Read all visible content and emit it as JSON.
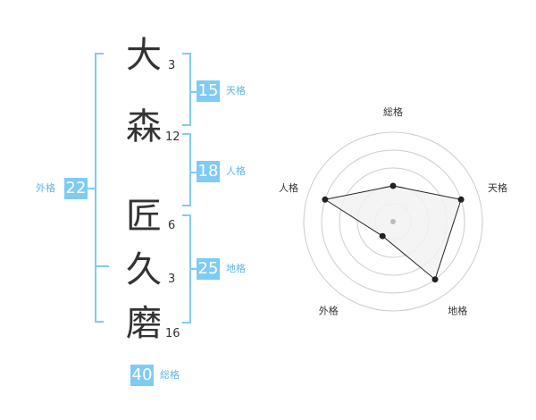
{
  "name_chars": [
    {
      "char": "大",
      "strokes": "3"
    },
    {
      "char": "森",
      "strokes": "12"
    },
    {
      "char": "匠",
      "strokes": "6"
    },
    {
      "char": "久",
      "strokes": "3"
    },
    {
      "char": "磨",
      "strokes": "16"
    }
  ],
  "badges": {
    "tenkaku": {
      "value": "15",
      "label": "天格"
    },
    "jinkaku": {
      "value": "18",
      "label": "人格"
    },
    "chikaku": {
      "value": "25",
      "label": "地格"
    },
    "gaikaku": {
      "value": "22",
      "label": "外格"
    },
    "soukaku": {
      "value": "40",
      "label": "総格"
    }
  },
  "chart_data": {
    "type": "radar",
    "axes": [
      "総格",
      "天格",
      "地格",
      "外格",
      "人格"
    ],
    "values": [
      2,
      4,
      4,
      1,
      4
    ],
    "rmax": 5,
    "rings": 5,
    "colors": {
      "fill": "#f2f2f2",
      "line": "#222222",
      "grid": "#cccccc",
      "center": "#bbbbbb"
    }
  }
}
